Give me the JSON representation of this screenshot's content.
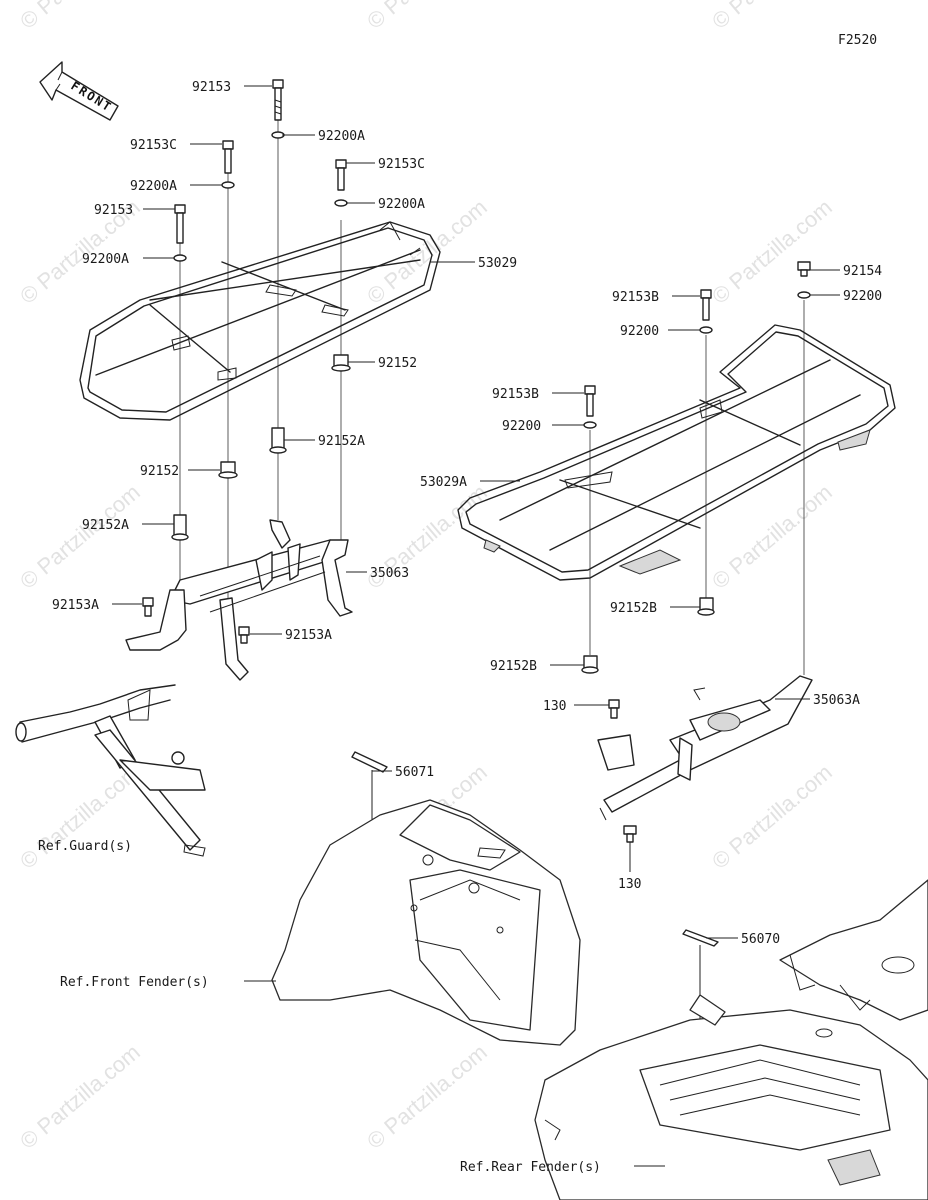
{
  "diagram": {
    "figure_code": "F2520",
    "front_arrow_label": "FRONT",
    "watermark": "© Partzilla.com",
    "callouts": {
      "p92153_top": "92153",
      "p92200A_top": "92200A",
      "p92153C_left": "92153C",
      "p92153C_mid": "92153C",
      "p92200A_left": "92200A",
      "p92200A_mid": "92200A",
      "p92153_left": "92153",
      "p53029": "53029",
      "p92200A_low": "92200A",
      "p92152_right": "92152",
      "p92152A_mid": "92152A",
      "p92152_left": "92152",
      "p92152A_left": "92152A",
      "p35063": "35063",
      "p92153A_left": "92153A",
      "p92153A_right": "92153A",
      "p92154": "92154",
      "p92200_r1": "92200",
      "p92153B_1": "92153B",
      "p92200_r2": "92200",
      "p92153B_2": "92153B",
      "p92200_r3": "92200",
      "p53029A": "53029A",
      "p92152B_1": "92152B",
      "p92152B_2": "92152B",
      "p130_top": "130",
      "p35063A": "35063A",
      "p130_bot": "130",
      "p56071": "56071",
      "p56070": "56070"
    },
    "references": {
      "guard": "Ref.Guard(s)",
      "front_fender": "Ref.Front Fender(s)",
      "rear_fender": "Ref.Rear Fender(s)"
    }
  }
}
